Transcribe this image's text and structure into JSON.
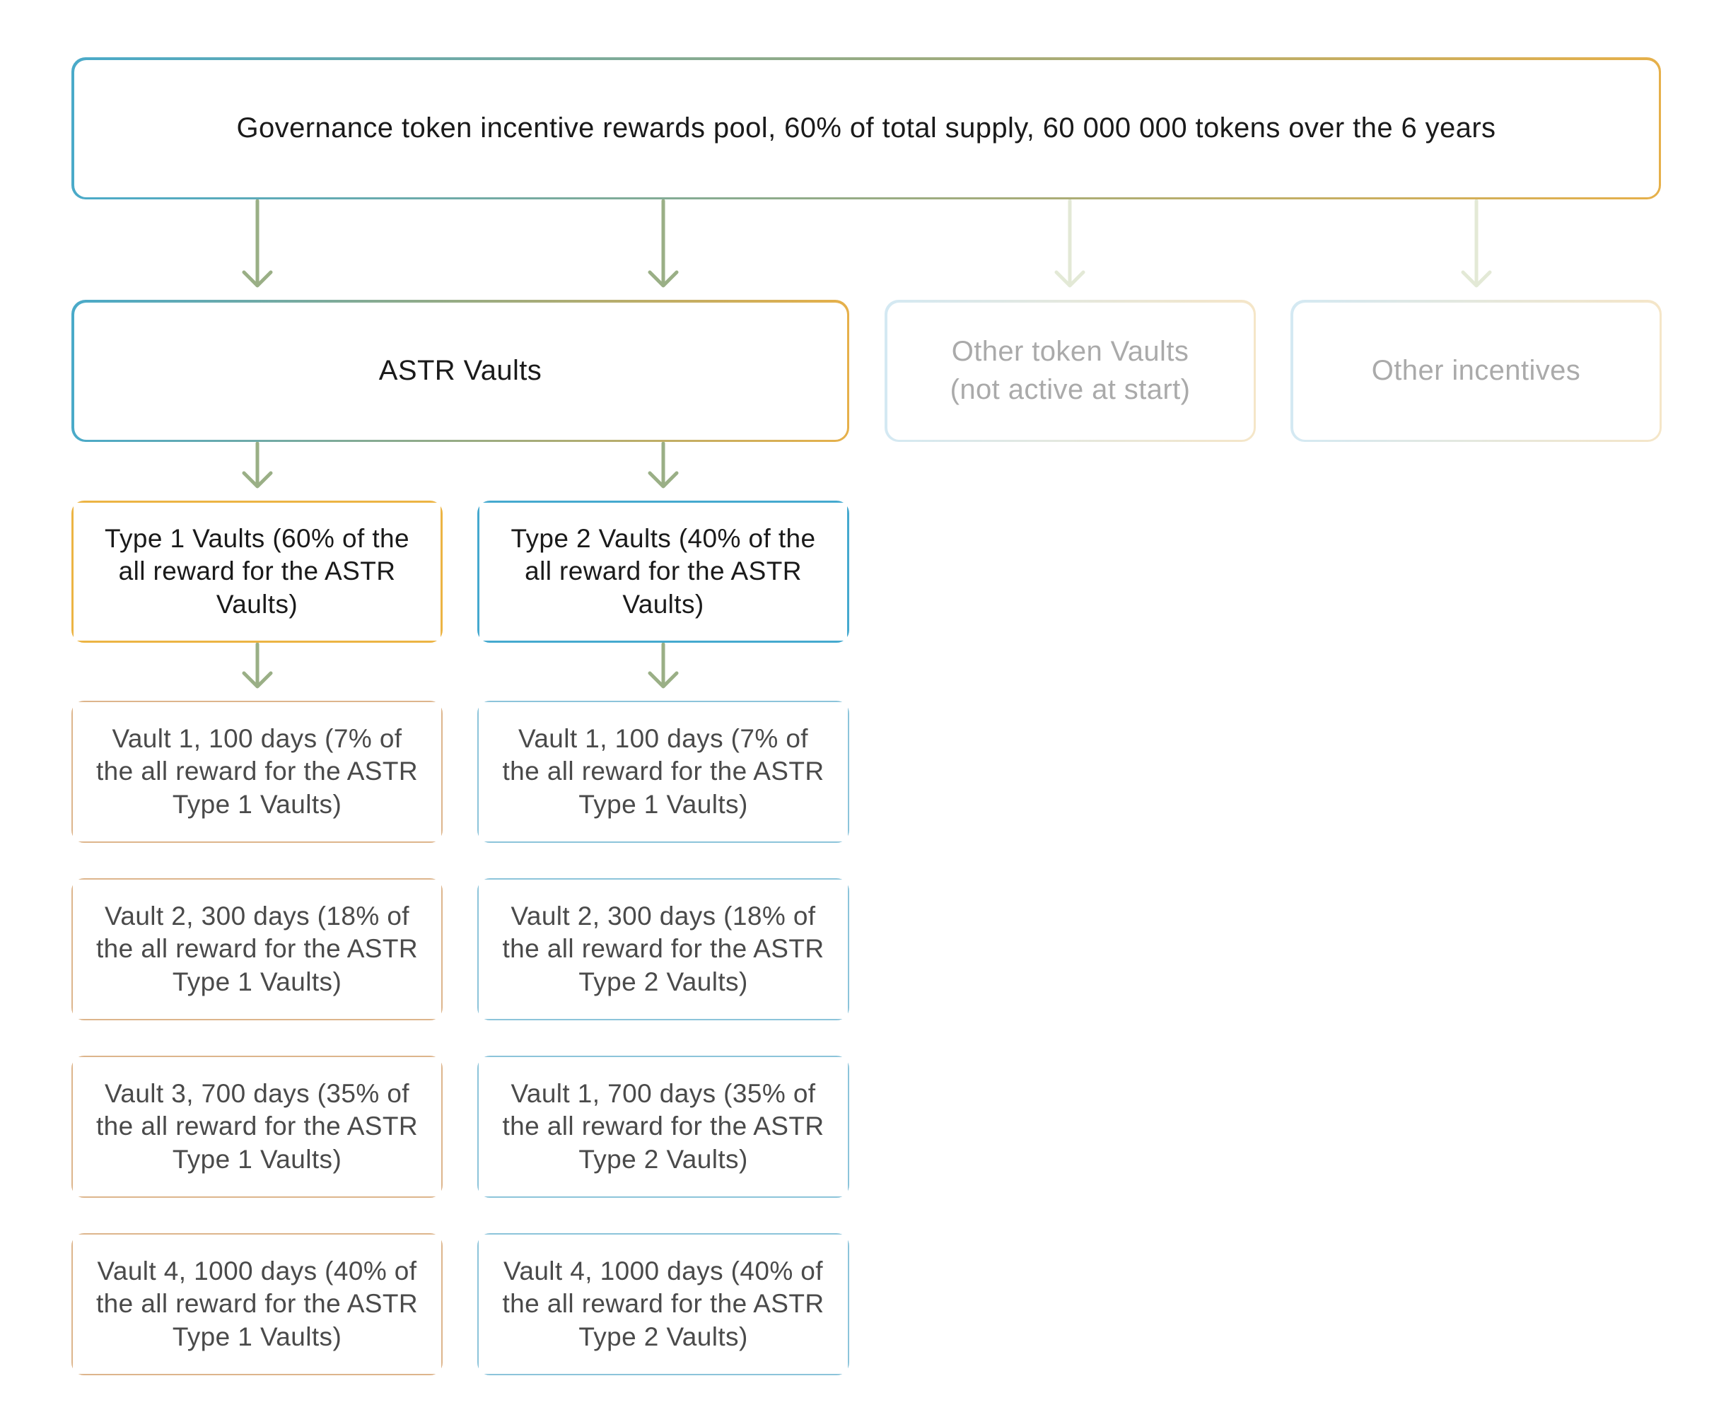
{
  "pool": {
    "label": "Governance token incentive rewards pool, 60% of total supply, 60 000 000 tokens over the 6 years"
  },
  "astr_vaults": {
    "label": "ASTR Vaults"
  },
  "other_token_vaults": {
    "label": "Other token Vaults\n(not active at start)"
  },
  "other_incentives": {
    "label": "Other incentives"
  },
  "type1": {
    "label": "Type 1 Vaults (60% of the all reward for the ASTR Vaults)",
    "vaults": [
      "Vault 1, 100 days (7% of the all reward for the ASTR Type 1 Vaults)",
      "Vault 2, 300 days (18% of the all reward for the ASTR Type 1 Vaults)",
      "Vault 3, 700 days (35% of the all reward for the ASTR Type 1 Vaults)",
      "Vault 4, 1000 days (40% of the all reward for the ASTR Type 1 Vaults)"
    ]
  },
  "type2": {
    "label": "Type 2 Vaults (40% of the all reward for the ASTR Vaults)",
    "vaults": [
      "Vault 1, 100 days (7% of the all reward for the ASTR Type 1 Vaults)",
      "Vault 2, 300 days (18% of the all reward for the ASTR Type 2 Vaults)",
      "Vault 1, 700 days (35% of the all reward for the ASTR Type 2 Vaults)",
      "Vault 4, 1000 days (40% of the all reward for the ASTR Type 2 Vaults)"
    ]
  },
  "colors": {
    "arrow": "#9aaf86",
    "arrow_faded": "#e3e9d6",
    "orange": "#ecb444",
    "blue": "#45a9cf"
  }
}
